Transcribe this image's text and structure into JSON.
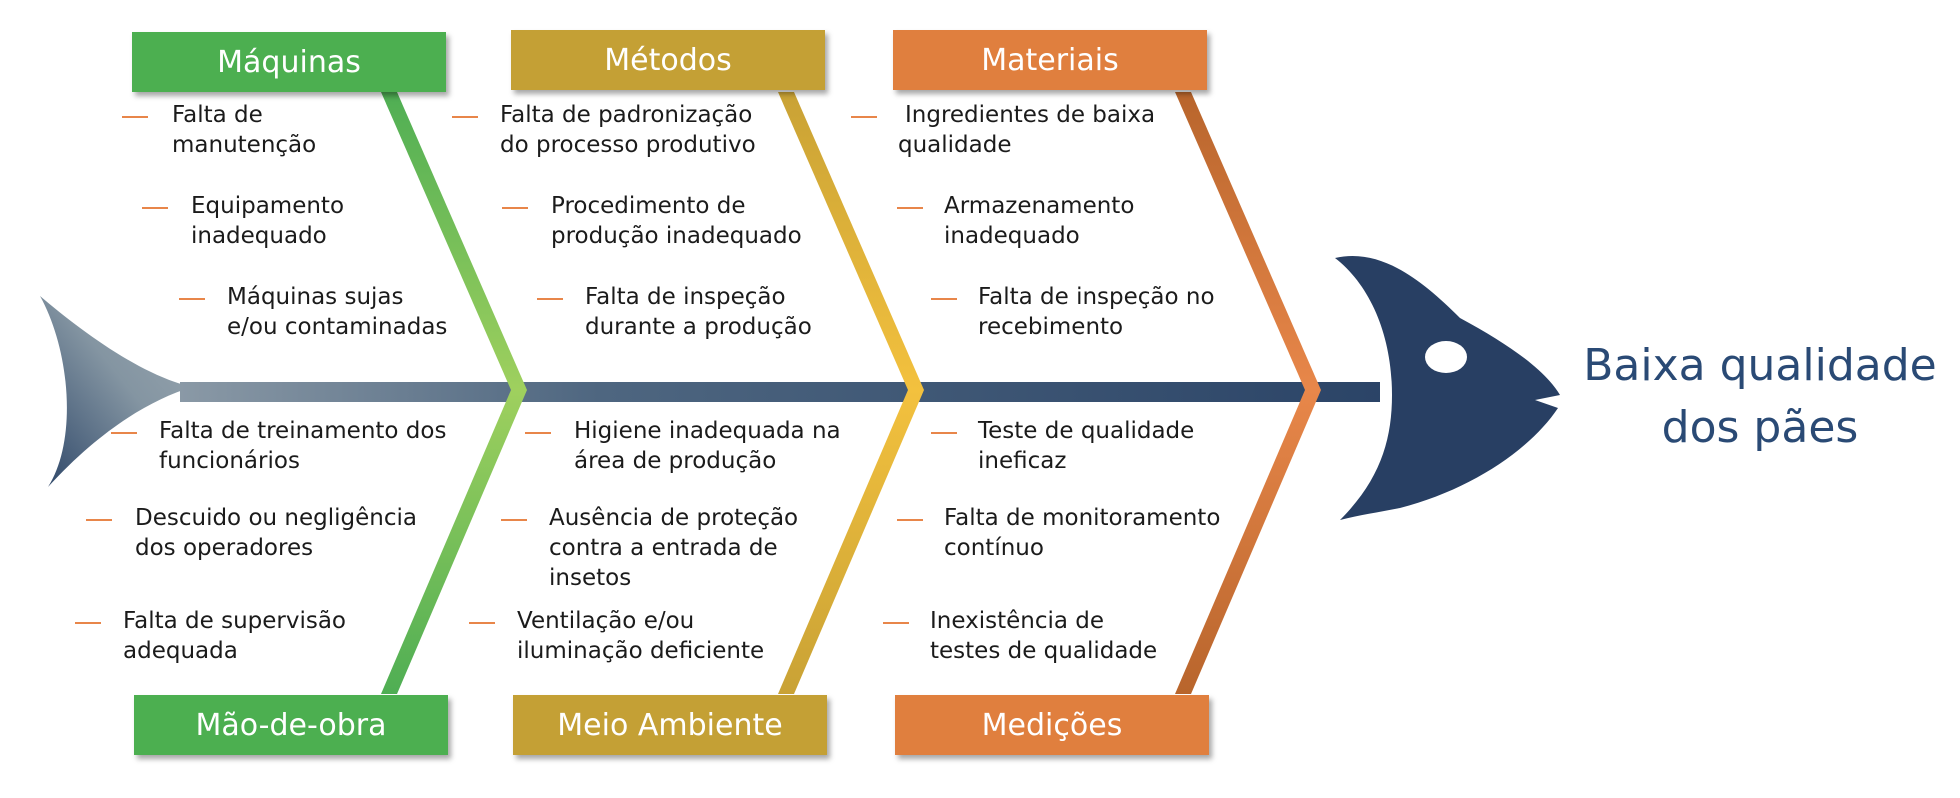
{
  "effect": {
    "line1": "Baixa qualidade",
    "line2": "dos pães"
  },
  "categories": {
    "maquinas": {
      "label": "Máquinas",
      "color": "#4caf50",
      "causes": [
        [
          "Falta de",
          "manutenção"
        ],
        [
          "Equipamento",
          "inadequado"
        ],
        [
          "Máquinas sujas",
          "e/ou contaminadas"
        ]
      ]
    },
    "metodos": {
      "label": "Métodos",
      "color": "#c4a035",
      "causes": [
        [
          "Falta de padronização",
          "do processo produtivo"
        ],
        [
          "Procedimento de",
          "produção inadequado"
        ],
        [
          "Falta de inspeção",
          "durante a produção"
        ]
      ]
    },
    "materiais": {
      "label": "Materiais",
      "color": "#e07f3e",
      "causes": [
        [
          "Ingredientes de baixa",
          "qualidade"
        ],
        [
          "Armazenamento",
          "inadequado"
        ],
        [
          "Falta de inspeção no",
          "recebimento"
        ]
      ]
    },
    "mao_de_obra": {
      "label": "Mão-de-obra",
      "color": "#4caf50",
      "causes": [
        [
          "Falta de treinamento dos",
          "funcionários"
        ],
        [
          "Descuido ou negligência",
          "dos operadores"
        ],
        [
          "Falta de supervisão",
          "adequada"
        ]
      ]
    },
    "meio_ambiente": {
      "label": "Meio Ambiente",
      "color": "#c4a035",
      "causes": [
        [
          "Higiene inadequada na",
          "área de produção"
        ],
        [
          "Ausência de proteção",
          "contra a entrada de",
          "insetos"
        ],
        [
          "Ventilação e/ou",
          "iluminação deficiente"
        ]
      ]
    },
    "medicoes": {
      "label": "Medições",
      "color": "#e07f3e",
      "causes": [
        [
          "Teste de qualidade",
          "ineficaz"
        ],
        [
          "Falta de monitoramento",
          "contínuo"
        ],
        [
          "Inexistência de",
          "testes de qualidade"
        ]
      ]
    }
  },
  "colors": {
    "fish_head": "#283f63",
    "bullet": "#e8864a",
    "effect_text": "#2a4a75"
  }
}
